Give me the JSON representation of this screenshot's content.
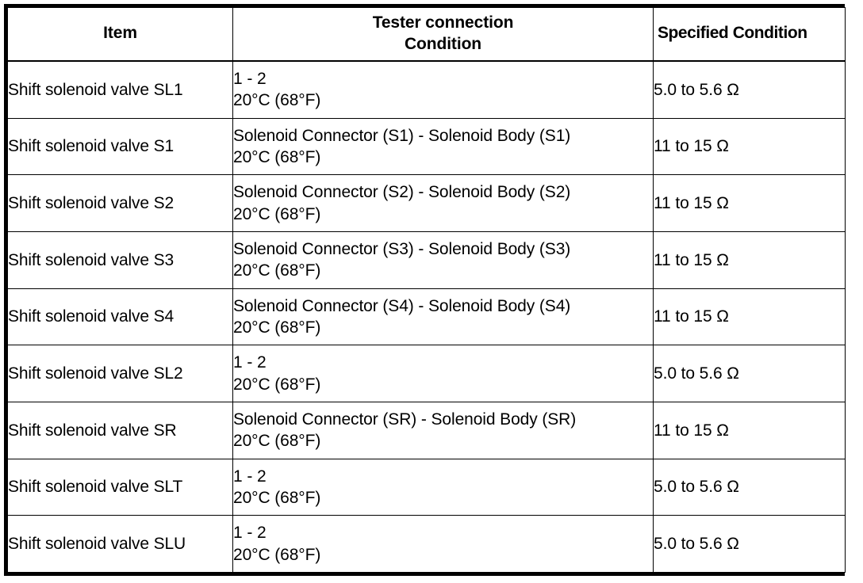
{
  "table": {
    "headers": {
      "item": "Item",
      "tester_line_1": "Tester connection",
      "tester_line_2": "Condition",
      "specified": "Specified Condition"
    },
    "rows": [
      {
        "item": "Shift solenoid valve SL1",
        "tester_connection": "1 - 2",
        "condition": "20°C (68°F)",
        "specified_condition": "5.0 to 5.6 Ω"
      },
      {
        "item": "Shift solenoid valve S1",
        "tester_connection": "Solenoid Connector (S1) - Solenoid Body (S1)",
        "condition": "20°C (68°F)",
        "specified_condition": "11 to 15 Ω"
      },
      {
        "item": "Shift solenoid valve S2",
        "tester_connection": "Solenoid Connector (S2) - Solenoid Body (S2)",
        "condition": "20°C (68°F)",
        "specified_condition": "11 to 15 Ω"
      },
      {
        "item": "Shift solenoid valve S3",
        "tester_connection": "Solenoid Connector (S3) - Solenoid Body (S3)",
        "condition": "20°C (68°F)",
        "specified_condition": "11 to 15 Ω"
      },
      {
        "item": "Shift solenoid valve S4",
        "tester_connection": "Solenoid Connector (S4) - Solenoid Body (S4)",
        "condition": "20°C (68°F)",
        "specified_condition": "11 to 15 Ω"
      },
      {
        "item": "Shift solenoid valve SL2",
        "tester_connection": "1 - 2",
        "condition": "20°C (68°F)",
        "specified_condition": "5.0 to 5.6 Ω"
      },
      {
        "item": "Shift solenoid valve SR",
        "tester_connection": "Solenoid Connector (SR) - Solenoid Body (SR)",
        "condition": "20°C (68°F)",
        "specified_condition": "11 to 15 Ω"
      },
      {
        "item": "Shift solenoid valve SLT",
        "tester_connection": "1 - 2",
        "condition": "20°C (68°F)",
        "specified_condition": "5.0 to 5.6 Ω"
      },
      {
        "item": "Shift solenoid valve SLU",
        "tester_connection": "1 - 2",
        "condition": "20°C (68°F)",
        "specified_condition": "5.0 to 5.6 Ω"
      }
    ]
  },
  "colors": {
    "border": "#000000",
    "text": "#000000",
    "background": "#ffffff"
  }
}
